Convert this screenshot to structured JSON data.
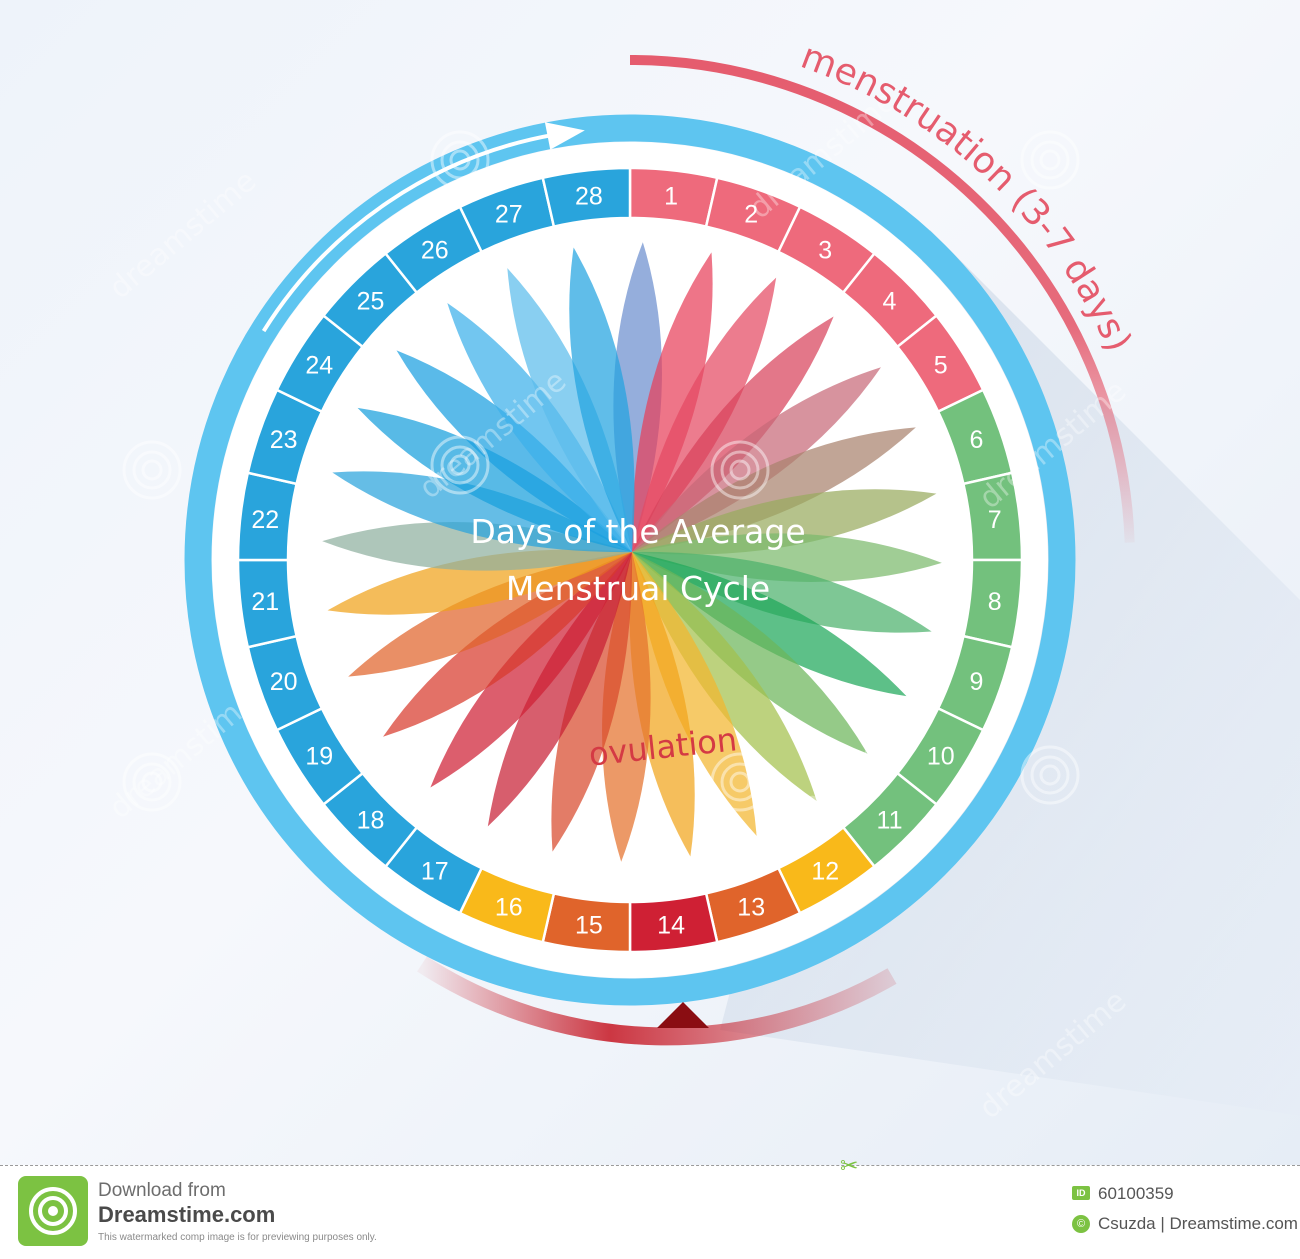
{
  "diagram": {
    "title_line1": "Days of the Average",
    "title_line2": "Menstrual Cycle",
    "menstruation_label": "menstruation (3-7 days)",
    "ovulation_label": "ovulation",
    "days": [
      {
        "day": "1",
        "phase": "menstruation"
      },
      {
        "day": "2",
        "phase": "menstruation"
      },
      {
        "day": "3",
        "phase": "menstruation"
      },
      {
        "day": "4",
        "phase": "menstruation"
      },
      {
        "day": "5",
        "phase": "menstruation"
      },
      {
        "day": "6",
        "phase": "follicular"
      },
      {
        "day": "7",
        "phase": "follicular"
      },
      {
        "day": "8",
        "phase": "follicular"
      },
      {
        "day": "9",
        "phase": "follicular"
      },
      {
        "day": "10",
        "phase": "follicular"
      },
      {
        "day": "11",
        "phase": "follicular"
      },
      {
        "day": "12",
        "phase": "fertile-yellow"
      },
      {
        "day": "13",
        "phase": "fertile-orange"
      },
      {
        "day": "14",
        "phase": "ovulation"
      },
      {
        "day": "15",
        "phase": "fertile-orange"
      },
      {
        "day": "16",
        "phase": "fertile-yellow"
      },
      {
        "day": "17",
        "phase": "luteal"
      },
      {
        "day": "18",
        "phase": "luteal"
      },
      {
        "day": "19",
        "phase": "luteal"
      },
      {
        "day": "20",
        "phase": "luteal"
      },
      {
        "day": "21",
        "phase": "luteal"
      },
      {
        "day": "22",
        "phase": "luteal"
      },
      {
        "day": "23",
        "phase": "luteal"
      },
      {
        "day": "24",
        "phase": "luteal"
      },
      {
        "day": "25",
        "phase": "luteal"
      },
      {
        "day": "26",
        "phase": "luteal"
      },
      {
        "day": "27",
        "phase": "luteal"
      },
      {
        "day": "28",
        "phase": "luteal"
      }
    ],
    "colors": {
      "menstruation": "#ee6a7c",
      "follicular": "#73c17d",
      "fertile-yellow": "#f9b91a",
      "fertile-orange": "#e0642b",
      "ovulation": "#cf2034",
      "luteal": "#29a4dc",
      "outer_ring": "#5ec5f0",
      "menstruation_arc": "#e55c6e",
      "ovulation_arc": "#c8222e"
    },
    "watermark": "dreamstime"
  },
  "footer": {
    "download_line1": "Download from",
    "download_line2": "Dreamstime.com",
    "disclaimer": "This watermarked comp image is for previewing purposes only.",
    "id_badge": "ID",
    "image_id": "60100359",
    "copyright_badge": "©",
    "credit": "Csuzda | Dreamstime.com"
  }
}
